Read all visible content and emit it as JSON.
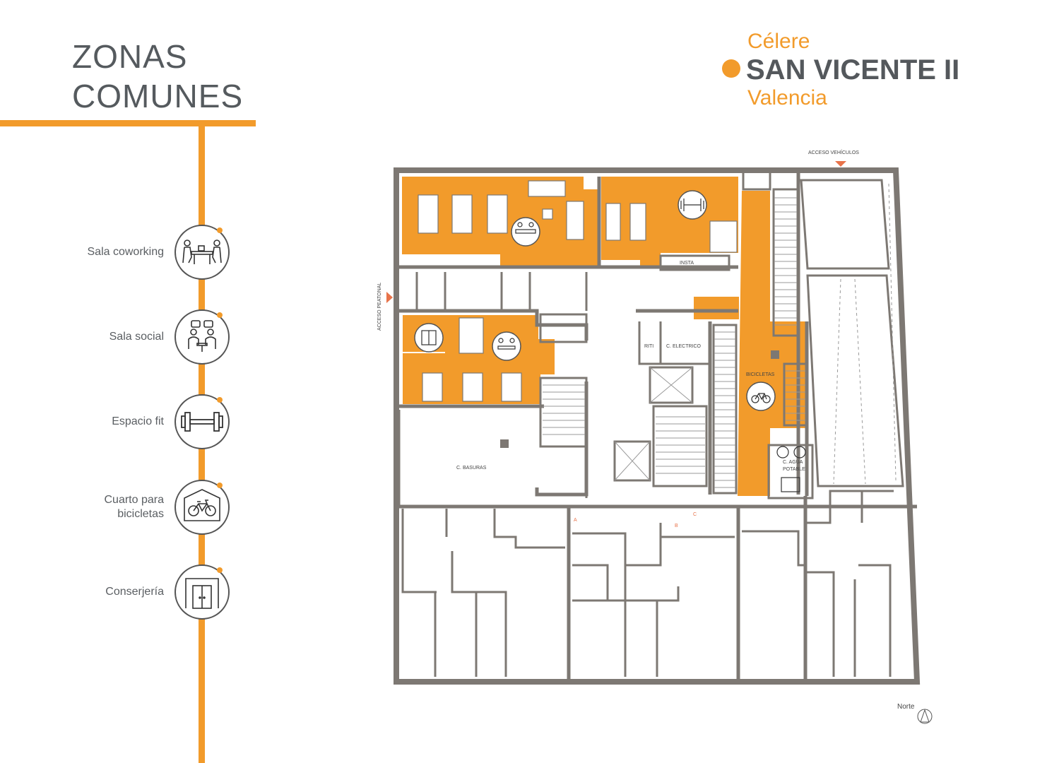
{
  "header": {
    "title_line1": "ZONAS",
    "title_line2": "COMUNES"
  },
  "brand": {
    "line1": "Célere",
    "line2": "SAN VICENTE II",
    "line3": "Valencia",
    "accent_color": "#f29b2b",
    "text_color": "#54585c"
  },
  "legend": [
    {
      "label": "Sala coworking",
      "icon": "coworking-icon"
    },
    {
      "label": "Sala social",
      "icon": "social-icon"
    },
    {
      "label": "Espacio fit",
      "icon": "dumbbell-icon"
    },
    {
      "label": "Cuarto para\nbicicletas",
      "icon": "bicycle-icon"
    },
    {
      "label": "Conserjería",
      "icon": "doors-icon"
    }
  ],
  "plan": {
    "labels": {
      "acceso_vehiculos": "ACCESO VEHÍCULOS",
      "acceso_peatonal": "ACCESO PEATONAL",
      "insta": "INSTA",
      "rit": "RITI",
      "c_electrico": "C. ELECTRICO",
      "bicicletas": "BICICLETAS",
      "c_basuras": "C. BASURAS",
      "c_agua": "C. AGUA",
      "potable": "POTABLE",
      "door_a": "A",
      "door_b": "B",
      "door_c": "C",
      "north": "Norte"
    }
  }
}
